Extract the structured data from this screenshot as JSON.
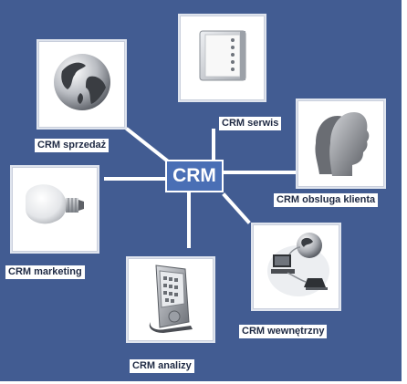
{
  "diagram": {
    "hub": {
      "text": "CRM"
    },
    "nodes": [
      {
        "id": "sprzedaz",
        "label": "CRM sprzedaż",
        "icon": "globe-icon"
      },
      {
        "id": "serwis",
        "label": "CRM serwis",
        "icon": "binder-icon"
      },
      {
        "id": "obsluga",
        "label": "CRM obsluga klienta",
        "icon": "heads-icon"
      },
      {
        "id": "marketing",
        "label": "CRM marketing",
        "icon": "lightbulb-icon"
      },
      {
        "id": "wewnetrzny",
        "label": "CRM wewnętrzny",
        "icon": "network-icon"
      },
      {
        "id": "analizy",
        "label": "CRM analizy",
        "icon": "pda-icon"
      }
    ]
  },
  "colors": {
    "background": "#425c92",
    "hub": "#4a6fb5",
    "connector": "#ffffff"
  }
}
